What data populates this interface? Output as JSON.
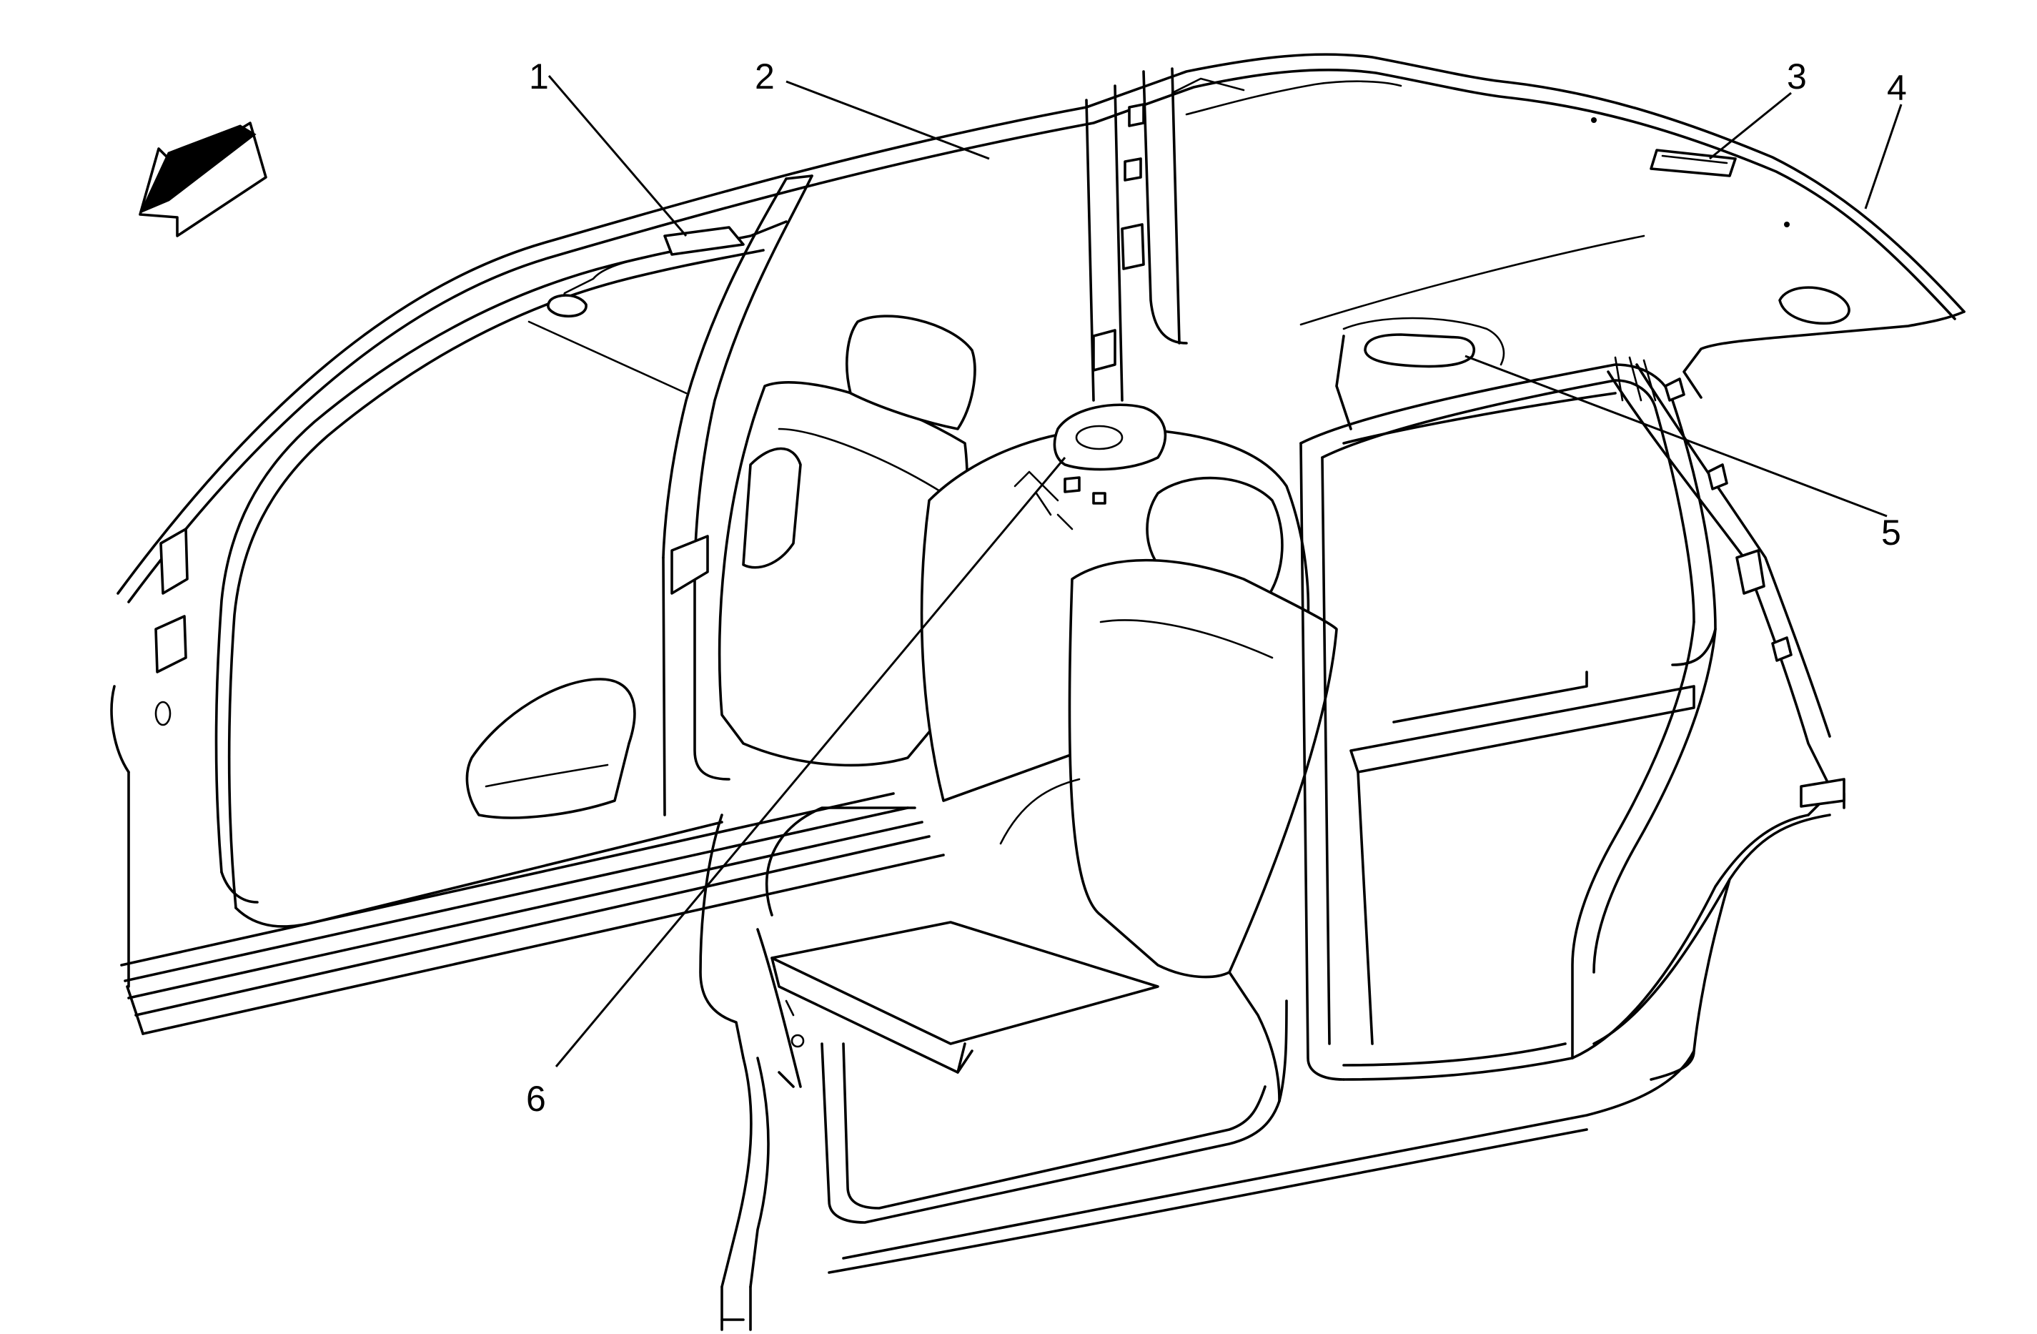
{
  "diagram": {
    "callouts": [
      {
        "id": "1",
        "label": "1"
      },
      {
        "id": "2",
        "label": "2"
      },
      {
        "id": "3",
        "label": "3"
      },
      {
        "id": "4",
        "label": "4"
      },
      {
        "id": "5",
        "label": "5"
      },
      {
        "id": "6",
        "label": "6"
      }
    ],
    "icons": [
      "front-direction-arrow-icon"
    ]
  }
}
